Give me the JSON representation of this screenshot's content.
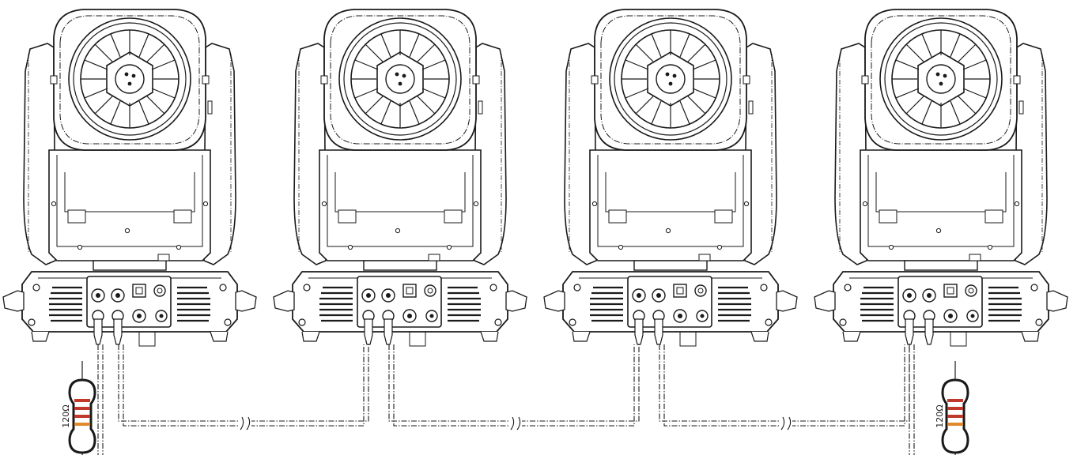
{
  "diagram": {
    "fixtures": [
      {
        "id": "fixture-1"
      },
      {
        "id": "fixture-2"
      },
      {
        "id": "fixture-3"
      },
      {
        "id": "fixture-4"
      }
    ],
    "terminators": [
      {
        "label": "120Ω",
        "position": "left"
      },
      {
        "label": "120Ω",
        "position": "right"
      }
    ],
    "colors": {
      "line": "#1a1a1a",
      "resistor_band_red": "#c0392b",
      "resistor_band_orange": "#e08a2e"
    }
  }
}
